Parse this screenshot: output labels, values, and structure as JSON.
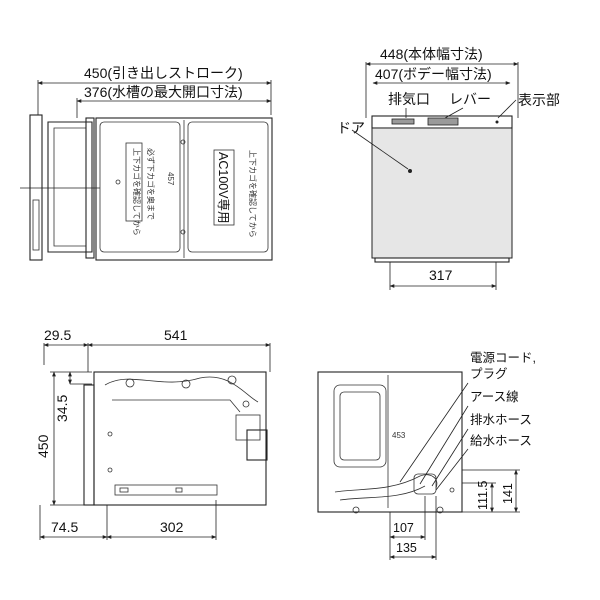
{
  "top_view": {
    "dim_stroke": "450(引き出しストローク)",
    "dim_opening": "376(水槽の最大開口寸法)",
    "plate_text_1": "AC100V専用",
    "plate_text_2": "上下カゴを確認してから",
    "plate_text_3": "必ず下カゴを奥まで",
    "plate_num": "457"
  },
  "front_view": {
    "dim_body_width": "448(本体幅寸法)",
    "dim_door_width": "407(ボデー幅寸法)",
    "label_exhaust": "排気口",
    "label_lever": "レバー",
    "label_display": "表示部",
    "label_door": "ドア",
    "dim_bottom": "317"
  },
  "side_view": {
    "dim_29_5": "29.5",
    "dim_541": "541",
    "dim_34_5": "34.5",
    "dim_450": "450",
    "dim_74_5": "74.5",
    "dim_302": "302"
  },
  "rear_view": {
    "label_power": "電源コード,",
    "label_plug": "プラグ",
    "label_earth": "アース線",
    "label_drain": "排水ホース",
    "label_supply": "給水ホース",
    "dim_111_5": "111.5",
    "dim_141": "141",
    "dim_107": "107",
    "dim_135": "135",
    "plate_num": "453"
  }
}
